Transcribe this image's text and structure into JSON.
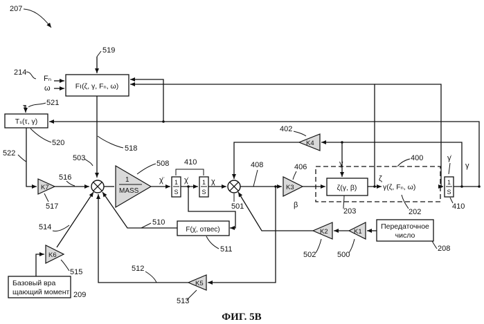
{
  "figure": {
    "number": "207",
    "caption": "ФИГ. 5B"
  },
  "blocks": {
    "fi": "Fı(ζ, γ, Fₙ, ω)",
    "ts": "Tₛ(τ, γ)",
    "mass_num": "1",
    "mass_den": "MASS",
    "int1_num": "1",
    "int1_den": "S",
    "int2_num": "1",
    "int2_den": "S",
    "int3_num": "1",
    "int3_den": "S",
    "plumb": "F(χ̇, отвес)",
    "zeta": "ζ(γ, β)",
    "gamma": "γ(ζ, Fₙ, ω)",
    "gear_line1": "Передаточное",
    "gear_line2": "число",
    "base_line1": "Базовый вра",
    "base_line2": "щающий момент"
  },
  "gains": {
    "k1": "K1",
    "k2": "K2",
    "k3": "K3",
    "k4": "K4",
    "k5": "K5",
    "k6": "K6",
    "k7": "K7"
  },
  "signals": {
    "fn": "Fₙ",
    "omega": "ω",
    "tau": "τ",
    "chi_ddot": "χ̈",
    "chi_dot": "χ̇",
    "chi": "χ",
    "gamma_in": "γ",
    "zeta_out": "ζ",
    "beta": "β",
    "gamma_dot": "γ̇",
    "gamma_out": "γ"
  },
  "refs": {
    "r214": "214",
    "r519": "519",
    "r521": "521",
    "r520": "520",
    "r522": "522",
    "r518": "518",
    "r503": "503",
    "r508": "508",
    "r410a": "410",
    "r516": "516",
    "r517": "517",
    "r514": "514",
    "r515": "515",
    "r510": "510",
    "r511": "511",
    "r512": "512",
    "r513": "513",
    "r209": "209",
    "r402": "402",
    "r408": "408",
    "r406": "406",
    "r400": "400",
    "r501": "501",
    "r203": "203",
    "r202": "202",
    "r410b": "410",
    "r502": "502",
    "r500": "500",
    "r208": "208"
  }
}
